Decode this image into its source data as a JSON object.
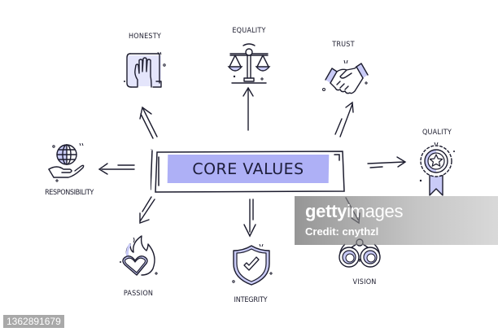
{
  "diagram": {
    "center": {
      "title": "CORE VALUES",
      "highlight_color": "#aeb0f6"
    },
    "nodes": [
      {
        "id": "honesty",
        "label": "HONESTY",
        "icon": "hand-on-book-icon"
      },
      {
        "id": "equality",
        "label": "EQUALITY",
        "icon": "balance-scale-icon"
      },
      {
        "id": "trust",
        "label": "TRUST",
        "icon": "handshake-icon"
      },
      {
        "id": "quality",
        "label": "QUALITY",
        "icon": "award-ribbon-star-icon"
      },
      {
        "id": "responsibility",
        "label": "RESPONSIBILITY",
        "icon": "globe-in-hand-icon"
      },
      {
        "id": "passion",
        "label": "PASSION",
        "icon": "heart-flame-icon"
      },
      {
        "id": "integrity",
        "label": "INTEGRITY",
        "icon": "shield-check-icon"
      },
      {
        "id": "vision",
        "label": "VISION",
        "icon": "binoculars-icon"
      }
    ],
    "stroke_color": "#1c1c2e",
    "accent_color": "#aeb0f6"
  },
  "watermark": {
    "brand_bold": "getty",
    "brand_light": "images",
    "credit": "Credit: cnythzl"
  },
  "image_id": "1362891679"
}
